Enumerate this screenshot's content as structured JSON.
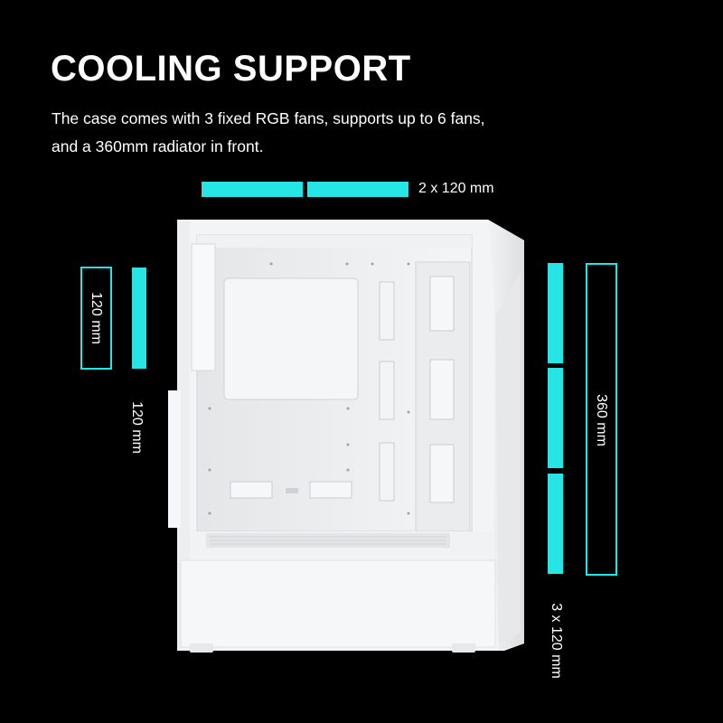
{
  "heading": "COOLING SUPPORT",
  "description": {
    "line1": "The case comes with 3 fixed RGB fans, supports up to 6 fans,",
    "line2": "and a 360mm radiator in front."
  },
  "labels": {
    "top_fans": "2 x 120 mm",
    "rear_outline": "120 mm",
    "rear_fan": "120 mm",
    "radiator": "360 mm",
    "front_fans": "3 x 120 mm"
  },
  "colors": {
    "accent": "#27e5e5",
    "background": "#000000",
    "text": "#ffffff"
  }
}
